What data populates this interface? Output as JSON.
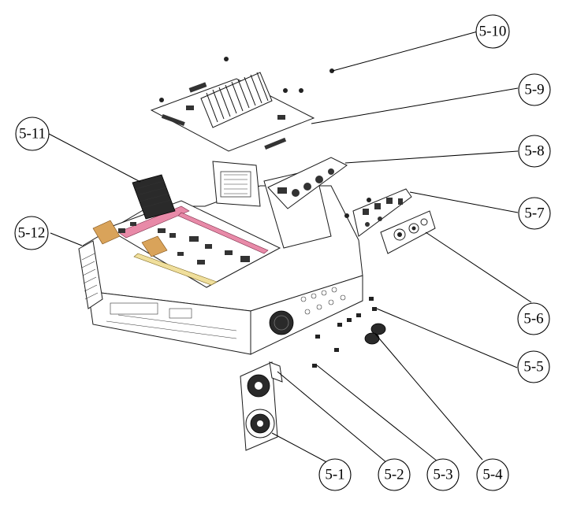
{
  "callouts": [
    {
      "id": "5-1",
      "label": "5-1"
    },
    {
      "id": "5-2",
      "label": "5-2"
    },
    {
      "id": "5-3",
      "label": "5-3"
    },
    {
      "id": "5-4",
      "label": "5-4"
    },
    {
      "id": "5-5",
      "label": "5-5"
    },
    {
      "id": "5-6",
      "label": "5-6"
    },
    {
      "id": "5-7",
      "label": "5-7"
    },
    {
      "id": "5-8",
      "label": "5-8"
    },
    {
      "id": "5-9",
      "label": "5-9"
    },
    {
      "id": "5-10",
      "label": "5-10"
    },
    {
      "id": "5-11",
      "label": "5-11"
    },
    {
      "id": "5-12",
      "label": "5-12"
    }
  ]
}
